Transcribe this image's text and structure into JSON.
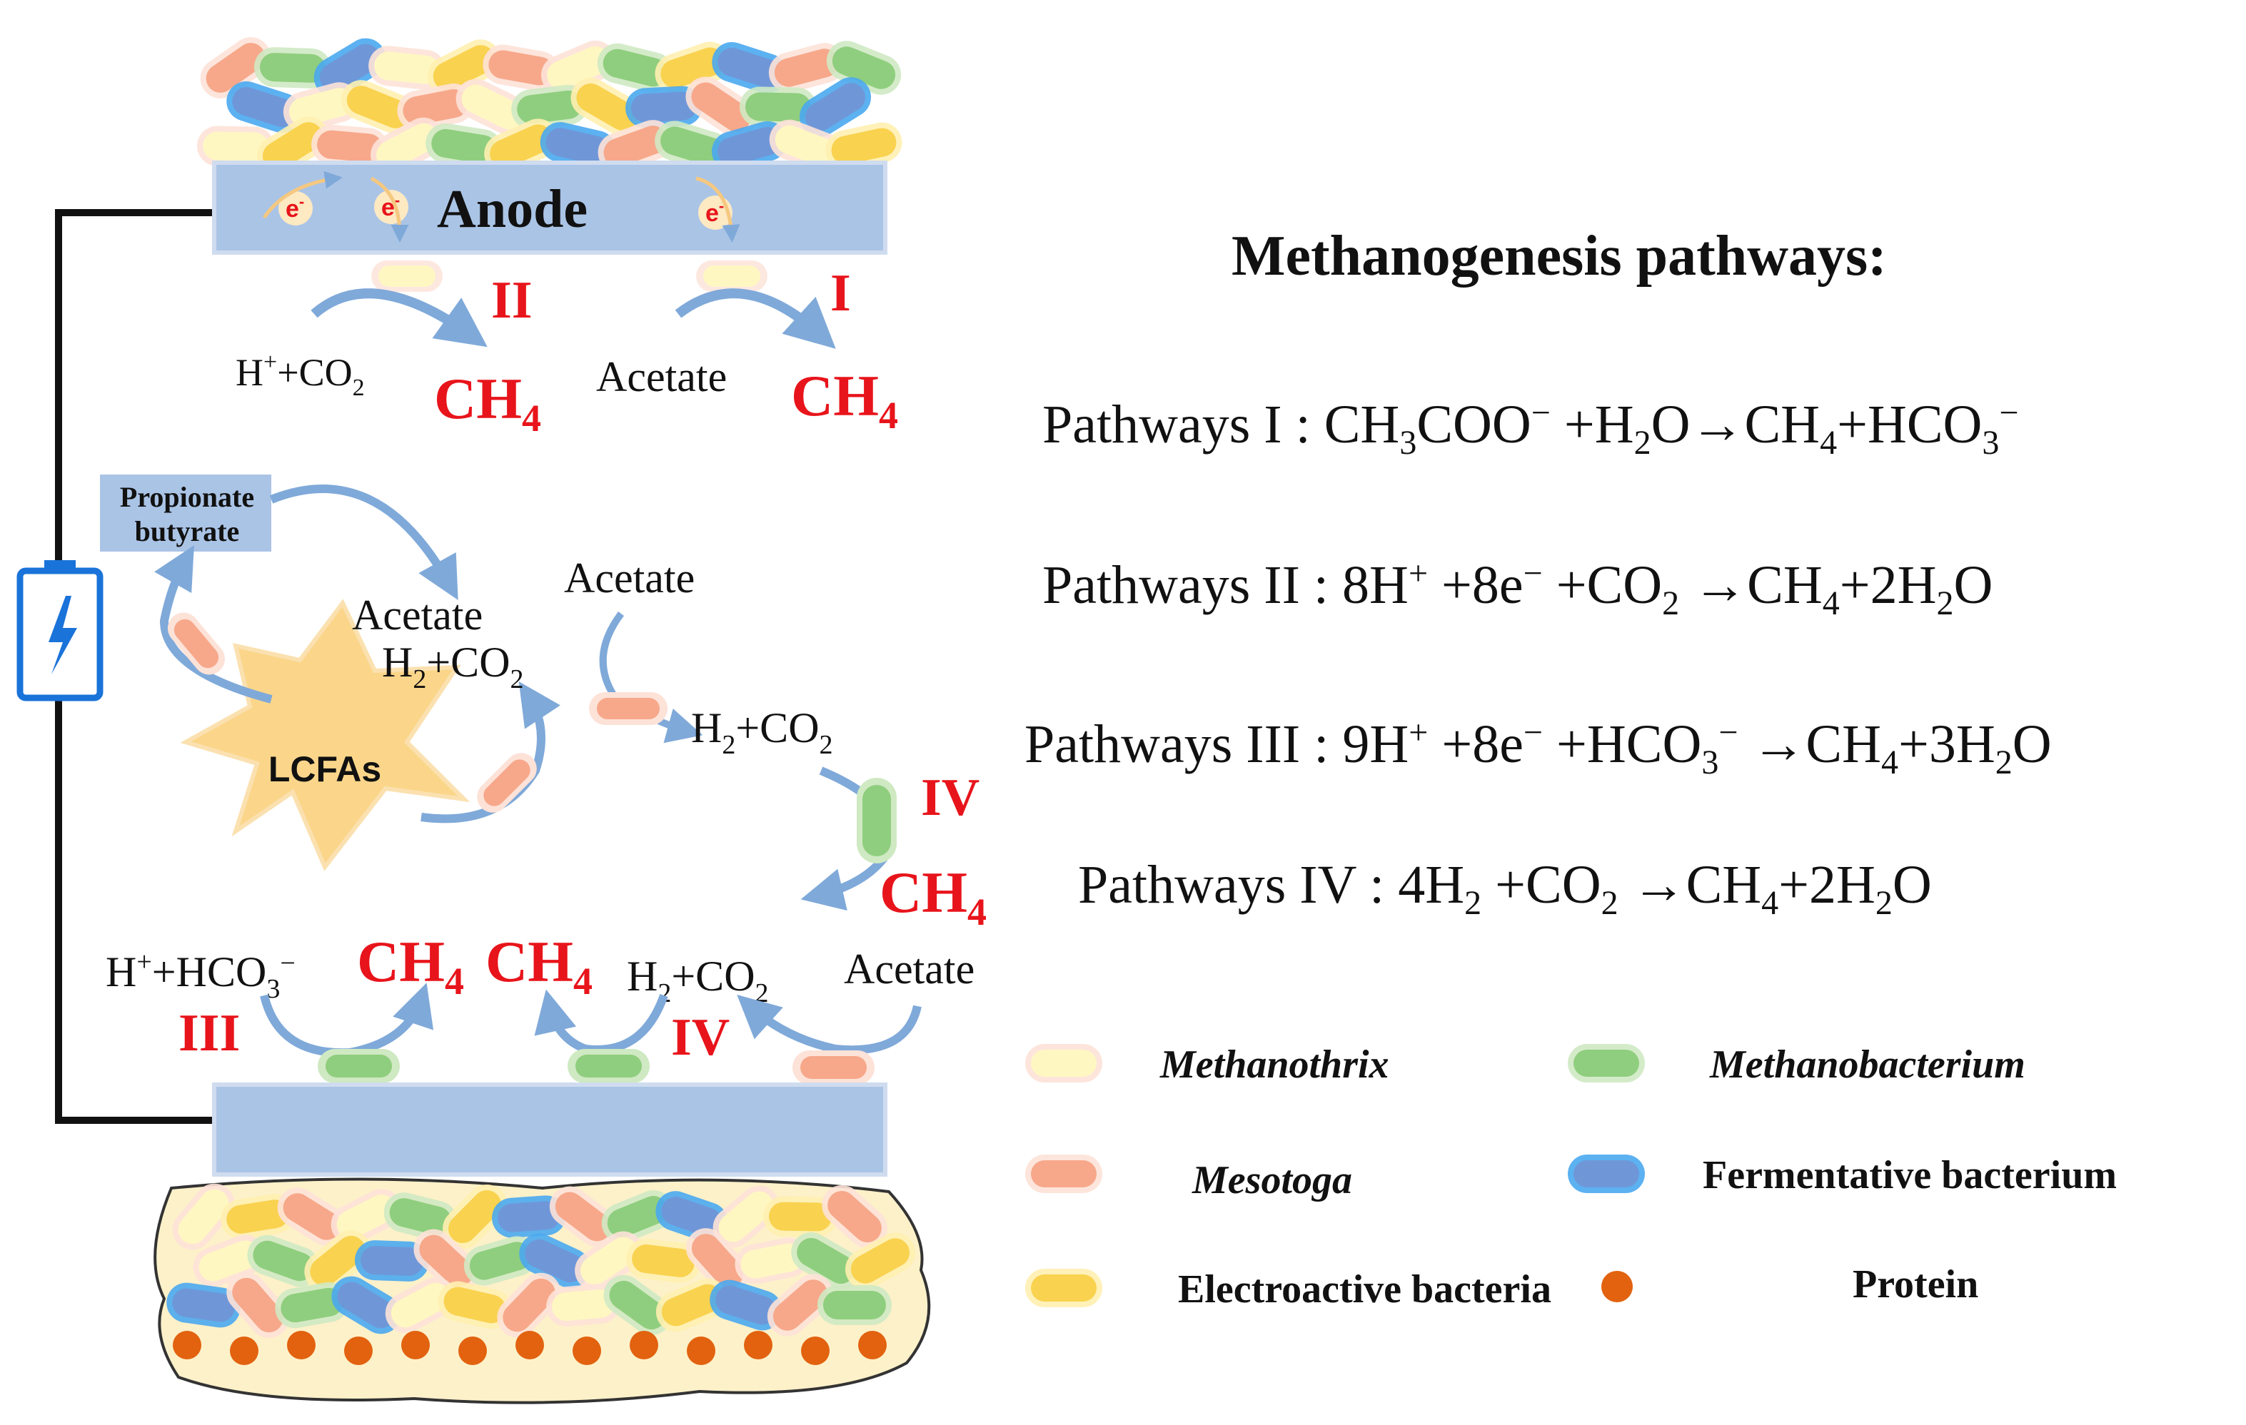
{
  "title": "Methanogenesis pathways:",
  "electrode": {
    "anode_label": "Anode",
    "electron": "e",
    "electron_sup": "-"
  },
  "markers": {
    "i": "I",
    "ii": "II",
    "iii": "III",
    "iv": "IV"
  },
  "species": {
    "h_co2": [
      "H",
      "+",
      "+CO",
      "2"
    ],
    "acetate": "Acetate",
    "ch4": [
      "CH",
      "4"
    ],
    "h2_co2": [
      "H",
      "2",
      "+CO",
      "2"
    ],
    "h_hco3": [
      "H",
      "+",
      "+HCO",
      "3",
      "−"
    ],
    "propionate": "Propionate",
    "butyrate": "butyrate",
    "lcfas": "LCFAs"
  },
  "equations": [
    {
      "name": "Pathways I",
      "sep": " : ",
      "parts": [
        [
          "CH",
          ""
        ],
        [
          "3",
          "sub"
        ],
        [
          "COO",
          ""
        ],
        [
          "−",
          "sup"
        ],
        [
          " +H",
          ""
        ],
        [
          "2",
          "sub"
        ],
        [
          "O→CH",
          ""
        ],
        [
          "4",
          "sub"
        ],
        [
          "+HCO",
          ""
        ],
        [
          "3",
          "sub"
        ],
        [
          "−",
          "sup"
        ]
      ]
    },
    {
      "name": "Pathways II",
      "sep": " : ",
      "parts": [
        [
          "8H",
          ""
        ],
        [
          "+",
          "sup"
        ],
        [
          " +8e",
          ""
        ],
        [
          "−",
          "sup"
        ],
        [
          " +CO",
          ""
        ],
        [
          "2",
          "sub"
        ],
        [
          " →CH",
          ""
        ],
        [
          "4",
          "sub"
        ],
        [
          "+2H",
          ""
        ],
        [
          "2",
          "sub"
        ],
        [
          "O",
          ""
        ]
      ]
    },
    {
      "name": "Pathways III",
      "sep": " : ",
      "parts": [
        [
          "9H",
          ""
        ],
        [
          "+",
          "sup"
        ],
        [
          " +8e",
          ""
        ],
        [
          "−",
          "sup"
        ],
        [
          " +HCO",
          ""
        ],
        [
          "3",
          "sub"
        ],
        [
          "−",
          "sup"
        ],
        [
          " →CH",
          ""
        ],
        [
          "4",
          "sub"
        ],
        [
          "+3H",
          ""
        ],
        [
          "2",
          "sub"
        ],
        [
          "O",
          ""
        ]
      ]
    },
    {
      "name": "Pathways IV",
      "sep": " : ",
      "parts": [
        [
          "4H",
          ""
        ],
        [
          "2",
          "sub"
        ],
        [
          " +CO",
          ""
        ],
        [
          "2",
          "sub"
        ],
        [
          " →CH",
          ""
        ],
        [
          "4",
          "sub"
        ],
        [
          "+2H",
          ""
        ],
        [
          "2",
          "sub"
        ],
        [
          "O",
          ""
        ]
      ]
    }
  ],
  "legend": [
    {
      "label": "Methanothrix",
      "italic": true
    },
    {
      "label": "Methanobacterium",
      "italic": true
    },
    {
      "label": "Mesotoga",
      "italic": true
    },
    {
      "label": "Fermentative bacterium",
      "italic": false
    },
    {
      "label": "Electroactive bacteria",
      "italic": false
    },
    {
      "label": "Protein",
      "italic": false
    }
  ],
  "colors": {
    "electrode": "#aac4e6",
    "methanothrix": "#fff7c2",
    "methanobacterium": "#8fce7e",
    "mesotoga": "#f7a88a",
    "fermentative": "#6f97d8",
    "electroactive": "#f9d24f",
    "protein": "#e2620f",
    "red_text": "#e8141b",
    "arrow": "#7fa9d9",
    "battery": "#1a73d9",
    "lcfa_star": "#fbd68a",
    "biofilm_bg": "#fdf1c9"
  }
}
